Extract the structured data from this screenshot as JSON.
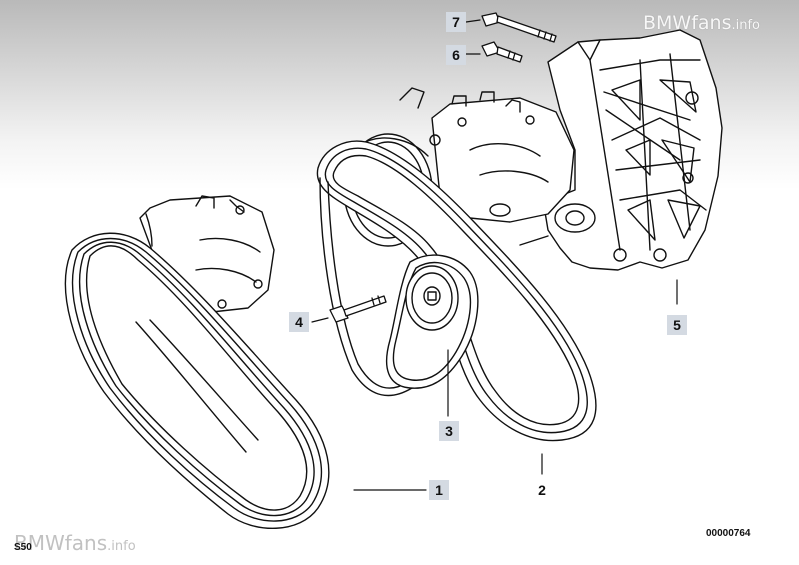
{
  "watermark": {
    "brand": "BMWfans",
    "tld": ".info"
  },
  "diagram_number": "00000764",
  "corner_code": "S50",
  "callouts": [
    "1",
    "2",
    "3",
    "4",
    "5",
    "6",
    "7"
  ]
}
